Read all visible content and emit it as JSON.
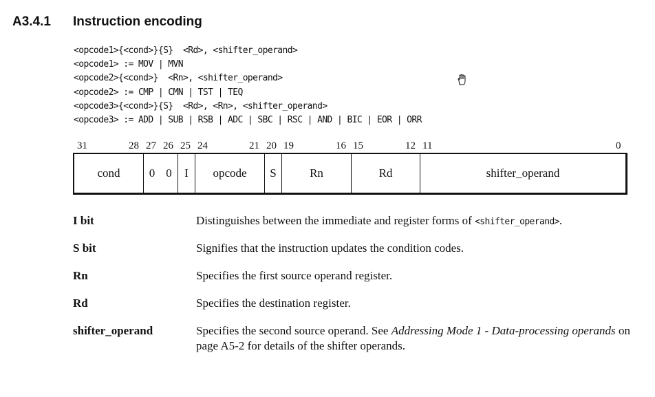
{
  "section": {
    "number": "A3.4.1",
    "title": "Instruction encoding"
  },
  "syntax_lines": [
    "<opcode1>{<cond>}{S}  <Rd>, <shifter_operand>",
    "<opcode1> := MOV | MVN",
    "<opcode2>{<cond>}  <Rn>, <shifter_operand>",
    "<opcode2> := CMP | CMN | TST | TEQ",
    "<opcode3>{<cond>}{S}  <Rd>, <Rn>, <shifter_operand>",
    "<opcode3> := ADD | SUB | RSB | ADC | SBC | RSC | AND | BIC | EOR | ORR"
  ],
  "encoding": {
    "bit_numbers": [
      "31",
      "28",
      "27",
      "26",
      "25",
      "24",
      "21",
      "20",
      "19",
      "16",
      "15",
      "12",
      "11",
      "0"
    ],
    "fields": [
      "cond",
      "0",
      "0",
      "I",
      "opcode",
      "S",
      "Rn",
      "Rd",
      "shifter_operand"
    ]
  },
  "definitions": [
    {
      "term": "I bit",
      "text_before": "Distinguishes between the immediate and register forms of ",
      "code": "<shifter_operand>",
      "text_after": "."
    },
    {
      "term": "S bit",
      "text": "Signifies that the instruction updates the condition codes."
    },
    {
      "term": "Rn",
      "text": "Specifies the first source operand register."
    },
    {
      "term": "Rd",
      "text": "Specifies the destination register."
    },
    {
      "term": "shifter_operand",
      "text_before": "Specifies the second source operand. See ",
      "link": "Addressing Mode 1 - Data-processing operands",
      "text_after": " on page A5-2 for details of the shifter operands."
    }
  ],
  "icons": {
    "cursor": "hand-cursor-icon"
  }
}
